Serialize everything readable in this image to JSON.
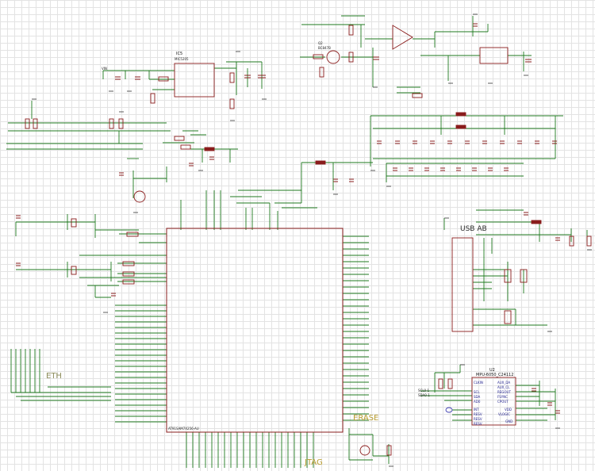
{
  "sections": {
    "usb_ab": "USB AB",
    "eth": "ETH",
    "erase": "ERASE",
    "jtag": "JTAG"
  },
  "parts": {
    "ic5": "IC5",
    "ic5_value": "MIC5205",
    "q2": "Q2",
    "q2_value": "BC847B",
    "u2": "U2",
    "u2_value": "MPU-6050_C24112",
    "mcu_value": "AT91SAM7X256-AU"
  },
  "pins_u2": [
    "CLKIN",
    "AUX_DA",
    "AUX_CL",
    "SCL",
    "SDA",
    "AD0",
    "REGOUT",
    "FSYNC",
    "CPOUT",
    "INT",
    "VDD",
    "RESV",
    "VLOGIC",
    "RESV",
    "RESV",
    "GND"
  ],
  "nets": {
    "scl": "SCL0-1",
    "sda": "SDA0-1",
    "vin": "VIN",
    "gnd": "GND"
  }
}
